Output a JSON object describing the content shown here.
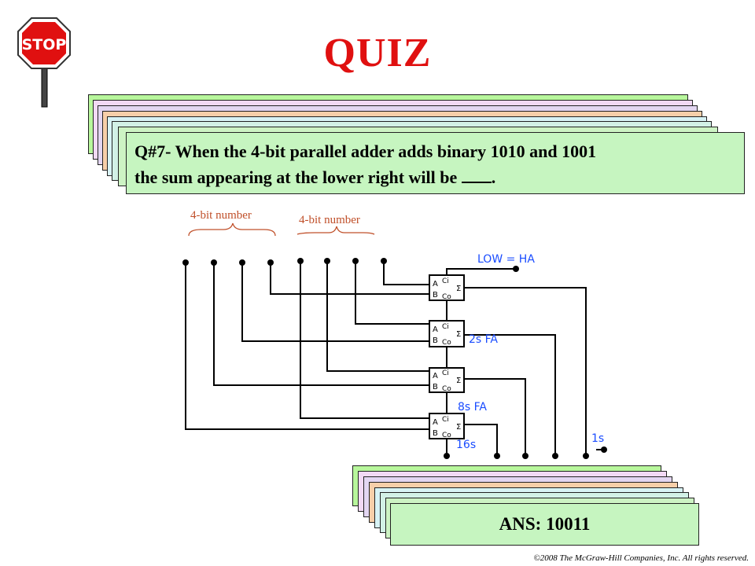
{
  "title": "QUIZ",
  "stop_sign_text": "STOP",
  "question": {
    "line1": "Q#7-  When the 4-bit parallel adder adds binary 1010 and 1001",
    "line2_prefix": "the sum appearing at the lower right will be ",
    "line2_suffix": "."
  },
  "labels": {
    "left_number": "4-bit number",
    "right_number": "4-bit number"
  },
  "circuit": {
    "low_label": "LOW = HA",
    "adder_labels": [
      "2s FA",
      "8s FA",
      "16s"
    ],
    "output_label": "1s",
    "box_pins": {
      "a": "A",
      "b": "B",
      "ci": "Ci",
      "co": "Co",
      "sigma": "Σ"
    }
  },
  "answer": "ANS:  10011",
  "copyright": "©2008 The McGraw-Hill Companies, Inc. All rights reserved.",
  "colors": {
    "title": "#e01010",
    "card_green": "#c6f5c0",
    "circuit_blue": "#1a4cff",
    "label_brown": "#c0502a"
  }
}
